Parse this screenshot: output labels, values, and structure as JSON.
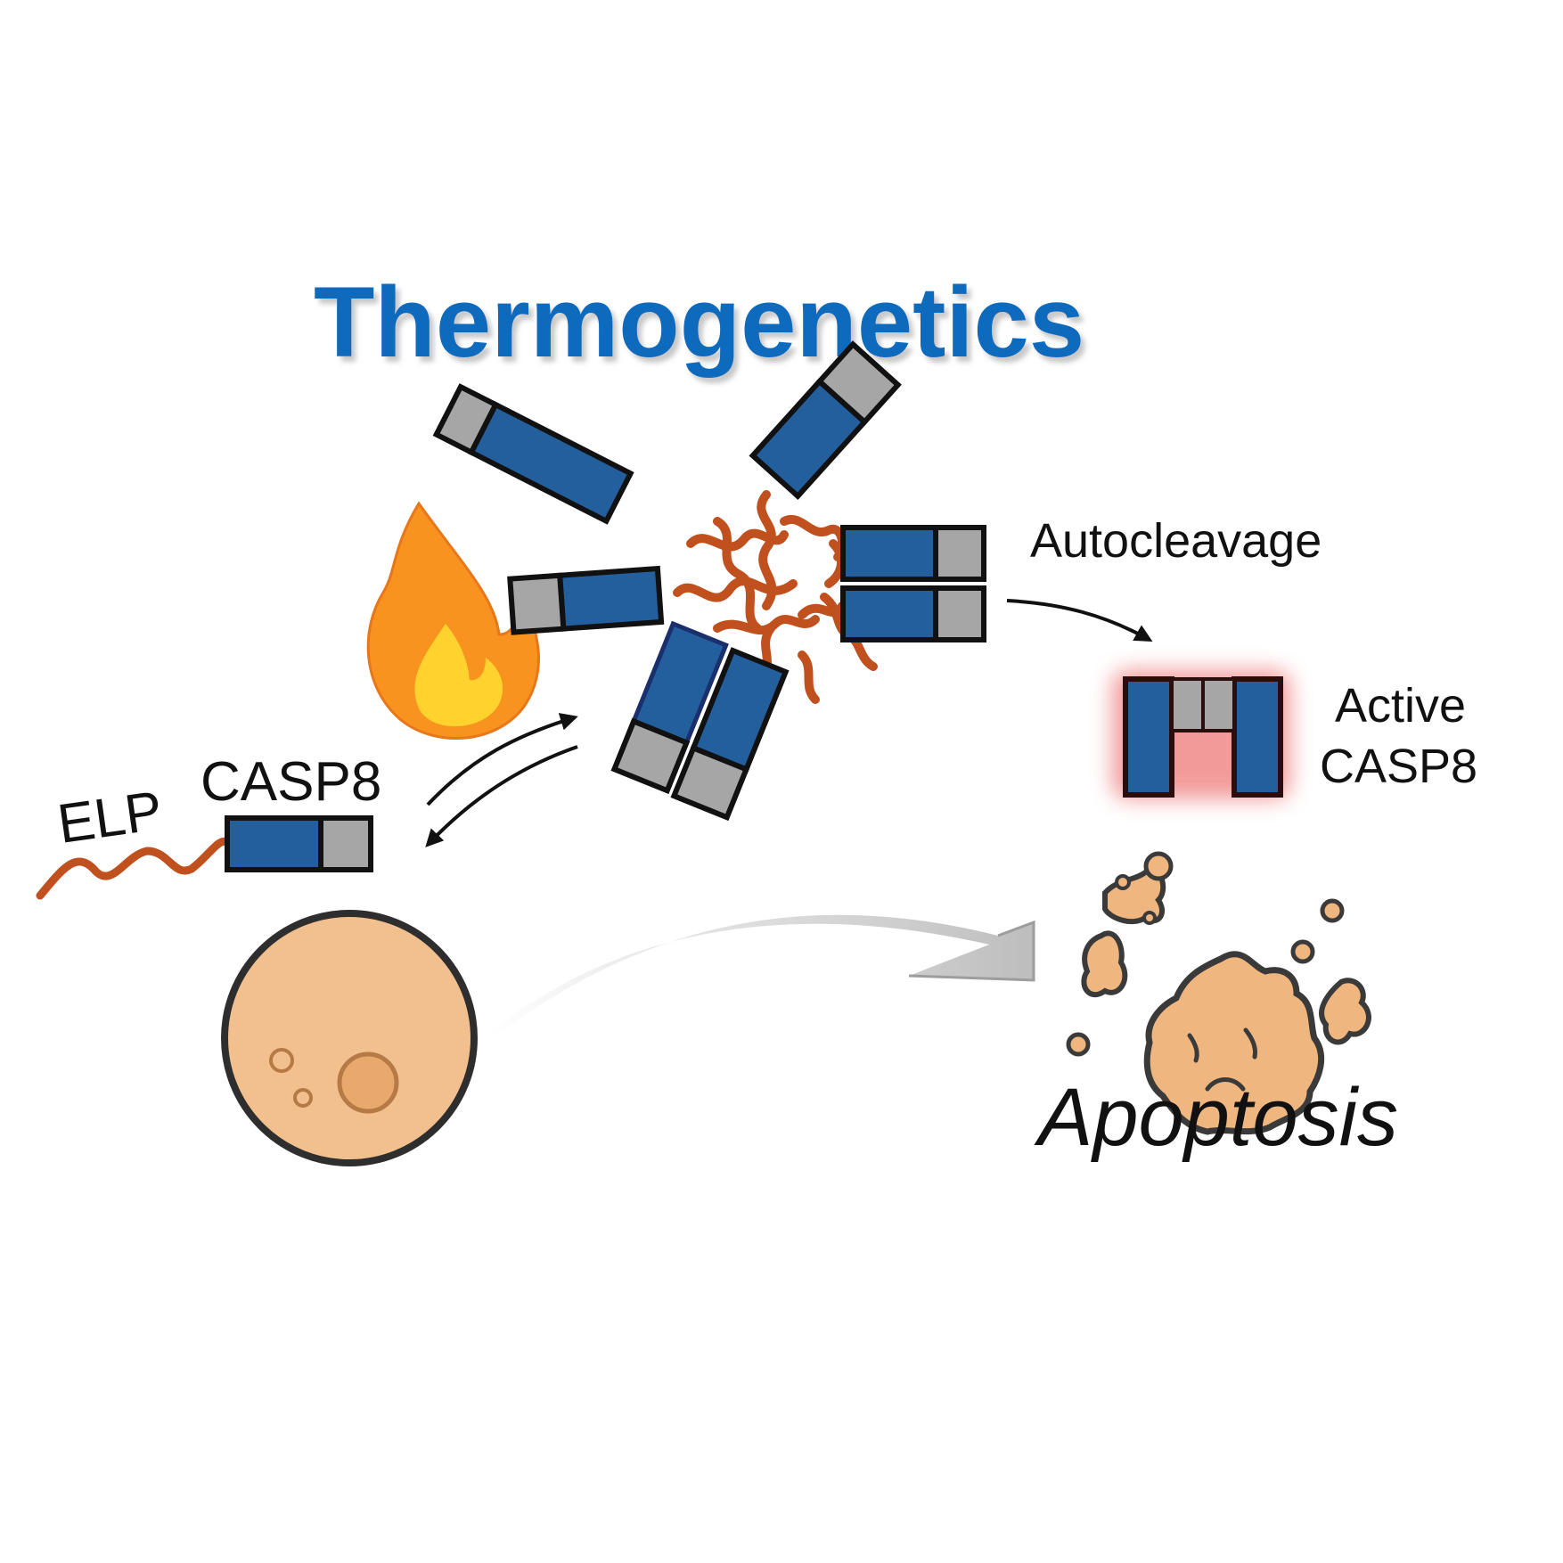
{
  "title": "Thermogenetics",
  "labels": {
    "elp": "ELP",
    "casp8": "CASP8",
    "autocleavage": "Autocleavage",
    "active_line1": "Active",
    "active_line2": "CASP8",
    "apoptosis": "Apoptosis"
  },
  "colors": {
    "title": "#0a6bbd",
    "casp_domain": "#245f9d",
    "prodomain": "#a6a6a6",
    "elp_chain": "#c0501e",
    "cell_fill": "#f2c08e",
    "cell_outline": "#2e2e2e",
    "debris_fill": "#efb67f",
    "flame_outer": "#f7931e",
    "flame_inner": "#ffd22e",
    "glow": "#e84a4a",
    "transition_arrow": "#c7c7c7"
  },
  "icons": {
    "heat": "flame-icon",
    "healthy_cell": "cell-icon",
    "dying_cell": "apoptotic-cell-icon"
  }
}
